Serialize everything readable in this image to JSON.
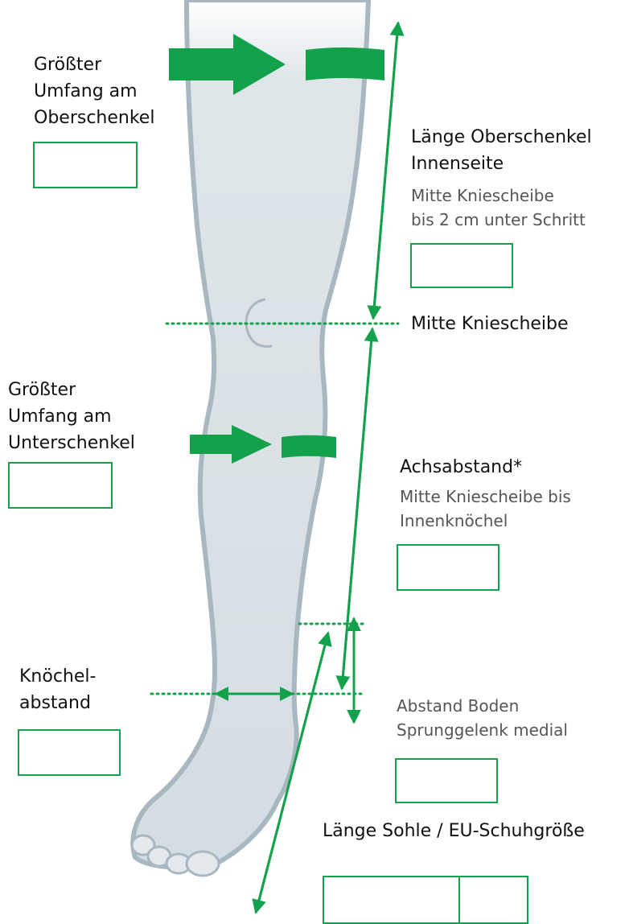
{
  "colors": {
    "accent": "#13a24b",
    "leg_fill": "#d7dfe4",
    "leg_outline": "#a9b7c0",
    "background": "#ffffff"
  },
  "labels": {
    "thigh_circ": [
      "Größter",
      "Umfang am",
      "Oberschenkel"
    ],
    "thigh_length_title": [
      "Länge Oberschenkel",
      "Innenseite"
    ],
    "thigh_length_desc": [
      "Mitte Kniescheibe",
      "bis 2 cm unter Schritt"
    ],
    "knee_center": "Mitte Kniescheibe",
    "calf_circ": [
      "Größter",
      "Umfang am",
      "Unterschenkel"
    ],
    "axis_distance_title": "Achsabstand*",
    "axis_distance_desc": [
      "Mitte Kniescheibe bis",
      "Innenknöchel"
    ],
    "ankle_distance": [
      "Knöchel-",
      "abstand"
    ],
    "floor_distance": [
      "Abstand Boden",
      "Sprunggelenk medial"
    ],
    "sole_length": "Länge Sohle / EU-Schuhgröße"
  },
  "input_boxes": [
    {
      "name": "thigh-circumference-box"
    },
    {
      "name": "thigh-length-box"
    },
    {
      "name": "calf-circumference-box"
    },
    {
      "name": "axis-distance-box"
    },
    {
      "name": "ankle-distance-box"
    },
    {
      "name": "floor-distance-box"
    },
    {
      "name": "sole-length-box"
    }
  ]
}
